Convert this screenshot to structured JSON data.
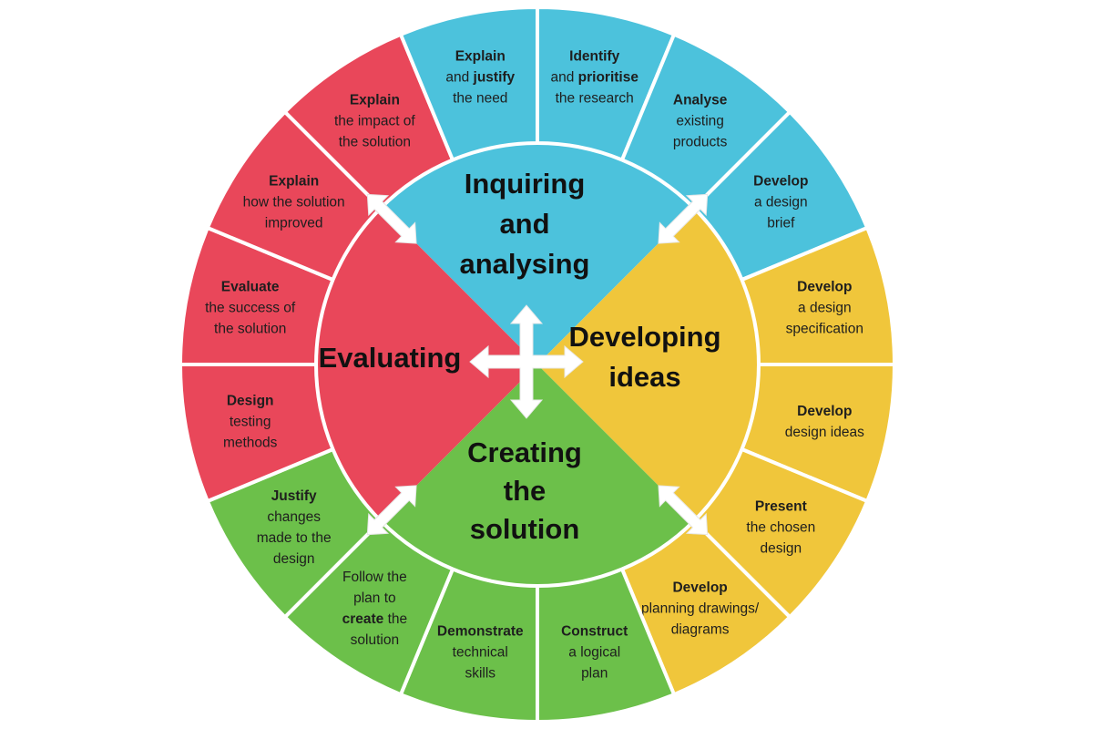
{
  "colors": {
    "inquiring": "#4cc2dc",
    "developing": "#f0c63b",
    "creating": "#6cc04a",
    "evaluating": "#e9475a",
    "arrow": "#ffffff"
  },
  "core": {
    "inquiring": [
      "Inquiring",
      "and",
      "analysing"
    ],
    "developing": [
      "Developing",
      "ideas"
    ],
    "creating": [
      "Creating",
      "the",
      "solution"
    ],
    "evaluating": [
      "Evaluating"
    ]
  },
  "segments": [
    {
      "id": "identify-prioritise",
      "phase": "inquiring",
      "lines": [
        [
          {
            "t": "Identify",
            "b": true
          }
        ],
        [
          {
            "t": "and ",
            "b": false
          },
          {
            "t": "prioritise",
            "b": true
          }
        ],
        [
          {
            "t": "the research",
            "b": false
          }
        ]
      ]
    },
    {
      "id": "analyse-existing-products",
      "phase": "inquiring",
      "lines": [
        [
          {
            "t": "Analyse",
            "b": true
          }
        ],
        [
          {
            "t": "existing",
            "b": false
          }
        ],
        [
          {
            "t": "products",
            "b": false
          }
        ]
      ]
    },
    {
      "id": "develop-design-brief",
      "phase": "inquiring",
      "lines": [
        [
          {
            "t": "Develop",
            "b": true
          }
        ],
        [
          {
            "t": "a design",
            "b": false
          }
        ],
        [
          {
            "t": "brief",
            "b": false
          }
        ]
      ]
    },
    {
      "id": "develop-design-specification",
      "phase": "developing",
      "lines": [
        [
          {
            "t": "Develop",
            "b": true
          }
        ],
        [
          {
            "t": "a design",
            "b": false
          }
        ],
        [
          {
            "t": "specification",
            "b": false
          }
        ]
      ]
    },
    {
      "id": "develop-design-ideas",
      "phase": "developing",
      "lines": [
        [
          {
            "t": "Develop",
            "b": true
          }
        ],
        [
          {
            "t": "design ideas",
            "b": false
          }
        ]
      ]
    },
    {
      "id": "present-chosen-design",
      "phase": "developing",
      "lines": [
        [
          {
            "t": "Present",
            "b": true
          }
        ],
        [
          {
            "t": "the chosen",
            "b": false
          }
        ],
        [
          {
            "t": "design",
            "b": false
          }
        ]
      ]
    },
    {
      "id": "develop-planning-drawings",
      "phase": "developing",
      "lines": [
        [
          {
            "t": "Develop",
            "b": true
          }
        ],
        [
          {
            "t": "planning drawings/",
            "b": false
          }
        ],
        [
          {
            "t": "diagrams",
            "b": false
          }
        ]
      ]
    },
    {
      "id": "construct-logical-plan",
      "phase": "creating",
      "lines": [
        [
          {
            "t": "Construct",
            "b": true
          }
        ],
        [
          {
            "t": "a logical",
            "b": false
          }
        ],
        [
          {
            "t": "plan",
            "b": false
          }
        ]
      ]
    },
    {
      "id": "demonstrate-technical-skills",
      "phase": "creating",
      "lines": [
        [
          {
            "t": "Demonstrate",
            "b": true
          }
        ],
        [
          {
            "t": "technical",
            "b": false
          }
        ],
        [
          {
            "t": "skills",
            "b": false
          }
        ]
      ]
    },
    {
      "id": "follow-plan-create",
      "phase": "creating",
      "lines": [
        [
          {
            "t": "Follow the",
            "b": false
          }
        ],
        [
          {
            "t": "plan to",
            "b": false
          }
        ],
        [
          {
            "t": "create",
            "b": true
          },
          {
            "t": " the",
            "b": false
          }
        ],
        [
          {
            "t": "solution",
            "b": false
          }
        ]
      ]
    },
    {
      "id": "justify-changes",
      "phase": "creating",
      "lines": [
        [
          {
            "t": "Justify",
            "b": true
          }
        ],
        [
          {
            "t": "changes",
            "b": false
          }
        ],
        [
          {
            "t": "made to the",
            "b": false
          }
        ],
        [
          {
            "t": "design",
            "b": false
          }
        ]
      ]
    },
    {
      "id": "design-testing-methods",
      "phase": "evaluating",
      "lines": [
        [
          {
            "t": "Design",
            "b": true
          }
        ],
        [
          {
            "t": "testing",
            "b": false
          }
        ],
        [
          {
            "t": "methods",
            "b": false
          }
        ]
      ]
    },
    {
      "id": "evaluate-success",
      "phase": "evaluating",
      "lines": [
        [
          {
            "t": "Evaluate",
            "b": true
          }
        ],
        [
          {
            "t": "the success of",
            "b": false
          }
        ],
        [
          {
            "t": "the solution",
            "b": false
          }
        ]
      ]
    },
    {
      "id": "explain-solution-improved",
      "phase": "evaluating",
      "lines": [
        [
          {
            "t": "Explain",
            "b": true
          }
        ],
        [
          {
            "t": "how the solution",
            "b": false
          }
        ],
        [
          {
            "t": "improved",
            "b": false
          }
        ]
      ]
    },
    {
      "id": "explain-impact",
      "phase": "evaluating",
      "lines": [
        [
          {
            "t": "Explain",
            "b": true
          }
        ],
        [
          {
            "t": "the impact of",
            "b": false
          }
        ],
        [
          {
            "t": "the solution",
            "b": false
          }
        ]
      ]
    },
    {
      "id": "explain-justify-need",
      "phase": "inquiring",
      "lines": [
        [
          {
            "t": "Explain",
            "b": true
          }
        ],
        [
          {
            "t": "and ",
            "b": false
          },
          {
            "t": "justify",
            "b": true
          }
        ],
        [
          {
            "t": "the need",
            "b": false
          }
        ]
      ]
    }
  ]
}
